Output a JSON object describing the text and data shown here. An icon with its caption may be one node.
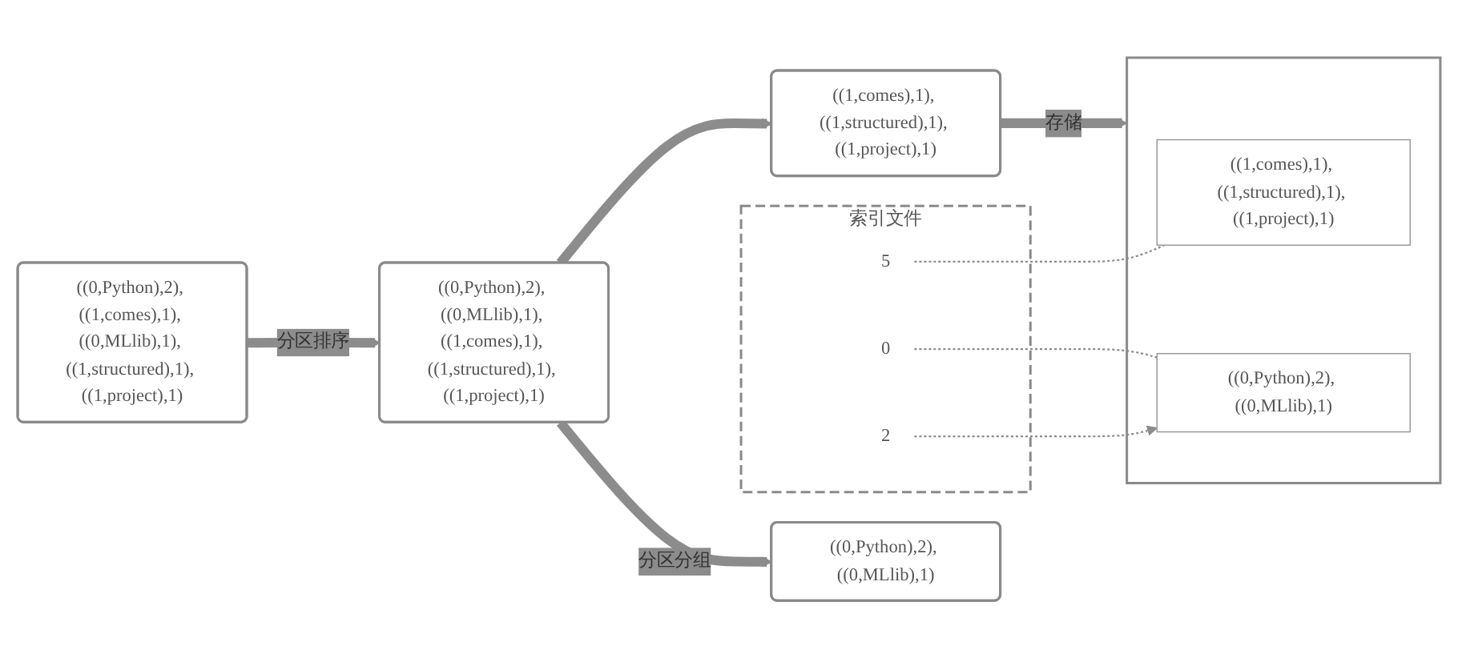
{
  "diagram": {
    "nodes": [
      {
        "text": [
          "((0,Python),2), ((1,comes),1), ((0,MLlib),1), ((1,structured),1), ((1,project),1)"
        ]
      },
      {
        "text": [
          "((0,Python),2), ((0,MLlib),1), ((1,comes),1), ((1,structured),1), ((1,project),1)"
        ]
      },
      {
        "text": [
          "((0,Python),2), ((0,MLlib),1)"
        ]
      },
      {
        "text": [
          "((1,comes),1), ((1,structured),1), ((1,project),1)"
        ]
      },
      {
        "text": [],
        "shape": "box"
      },
      {
        "text": [
          "((1,comes),1), ((1,structured),1), ((1,project),1)"
        ],
        "in": 4
      },
      {
        "text": [
          "((0,Python),2), ((0,MLlib),1)"
        ],
        "in": 4
      },
      {
        "text": [
          "索引文件"
        ]
      },
      {
        "text": [
          "5"
        ],
        "in": 7
      },
      {
        "text": [
          "2"
        ],
        "in": 7
      },
      {
        "text": [
          "0"
        ],
        "in": 7
      }
    ],
    "edges": [
      {
        "from": 0,
        "to": 1,
        "arrow": "to",
        "label": "分区排序"
      },
      {
        "from": 1,
        "to": 2,
        "arrow": "to",
        "label": "分区分组"
      },
      {
        "from": 1,
        "to": 3,
        "arrow": "to"
      },
      {
        "from": 3,
        "to": 4,
        "arrow": "to",
        "label": "存储"
      },
      {
        "from": 8,
        "to": 5,
        "arrow": "none",
        "style": "dashed"
      },
      {
        "from": 9,
        "to": 6,
        "arrow": "to",
        "style": "dashed"
      },
      {
        "from": 10,
        "to": 6,
        "arrow": "none",
        "style": "dashed"
      }
    ]
  }
}
